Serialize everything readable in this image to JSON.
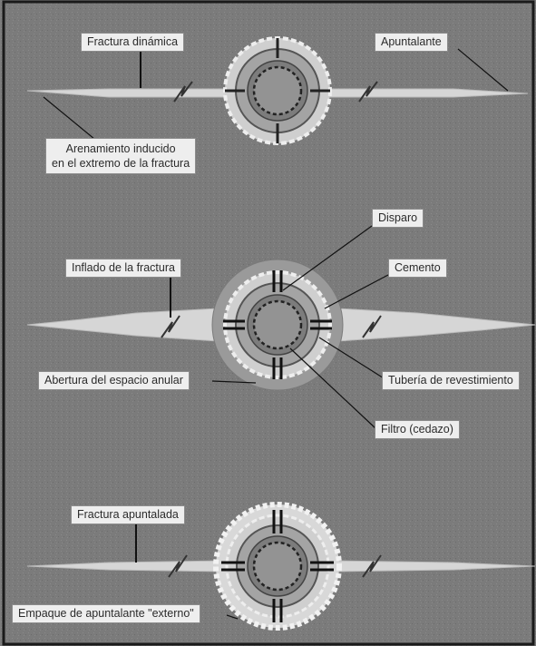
{
  "labels": {
    "fractura_dinamica": "Fractura dinámica",
    "apuntalante": "Apuntalante",
    "arenamiento_line1": "Arenamiento inducido",
    "arenamiento_line2": "en el extremo de la fractura",
    "disparo": "Disparo",
    "cemento": "Cemento",
    "inflado": "Inflado de la fractura",
    "abertura": "Abertura del espacio anular",
    "tuberia": "Tubería de revestimiento",
    "filtro": "Filtro (cedazo)",
    "fractura_apuntalada": "Fractura apuntalada",
    "empaque": "Empaque de apuntalante \"externo\""
  },
  "colors": {
    "background": "#7b7b7b",
    "frame": "#1a1a1a",
    "label_fill": "#eeeeee",
    "cement": "#cfcfcf",
    "casing": "#a4a4a4",
    "annulus": "#6e6e6e",
    "screen": "#939393",
    "fracture": "#d6d6d6"
  }
}
